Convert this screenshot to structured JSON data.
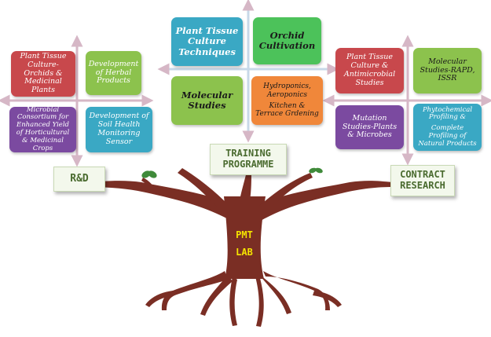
{
  "left_group": {
    "title": "R&D",
    "boxes": [
      {
        "text": "Plant Tissue Culture-Orchids & Medicinal Plants",
        "color": "#c8484c"
      },
      {
        "text": "Development of Herbal Products",
        "color": "#8cc24d"
      },
      {
        "text": "Microbial Consortium for Enhanced Yield of Horticultural & Medicinal Crops",
        "color": "#7b4aa0"
      },
      {
        "text": "Development of Soil Health Monitoring Sensor",
        "color": "#3aa8c4"
      }
    ]
  },
  "center_group": {
    "title": "TRAINING PROGRAMME",
    "title_line1": "TRAINING",
    "title_line2": "PROGRAMME",
    "boxes": [
      {
        "text": "Plant Tissue Culture Techniques",
        "color": "#3aa8c4"
      },
      {
        "text": "Orchid Cultivation",
        "color": "#4cc25a"
      },
      {
        "text": "Molecular Studies",
        "color": "#8cc24d"
      },
      {
        "text_line1": "Hydroponics, Aeroponics",
        "text_line2": "Kitchen & Terrace Grdening",
        "color": "#f0873a"
      }
    ]
  },
  "right_group": {
    "title": "CONTRACT RESEARCH",
    "title_line1": "CONTRACT",
    "title_line2": "RESEARCH",
    "boxes": [
      {
        "text": "Plant Tissue Culture & Antimicrobial Studies",
        "color": "#c8484c"
      },
      {
        "text": "Molecular Studies-RAPD, ISSR",
        "color": "#8cc24d"
      },
      {
        "text": "Mutation Studies-Plants & Microbes",
        "color": "#7b4aa0"
      },
      {
        "text_line1": "Phytochemical Profiling &",
        "text_line2": "Complete Profiling of Natural Products",
        "color": "#3aa8c4"
      }
    ]
  },
  "tree": {
    "line1": "PMT",
    "line2": "LAB",
    "trunk_color": "#7a2e24",
    "leaf_color": "#3f8a3a"
  }
}
